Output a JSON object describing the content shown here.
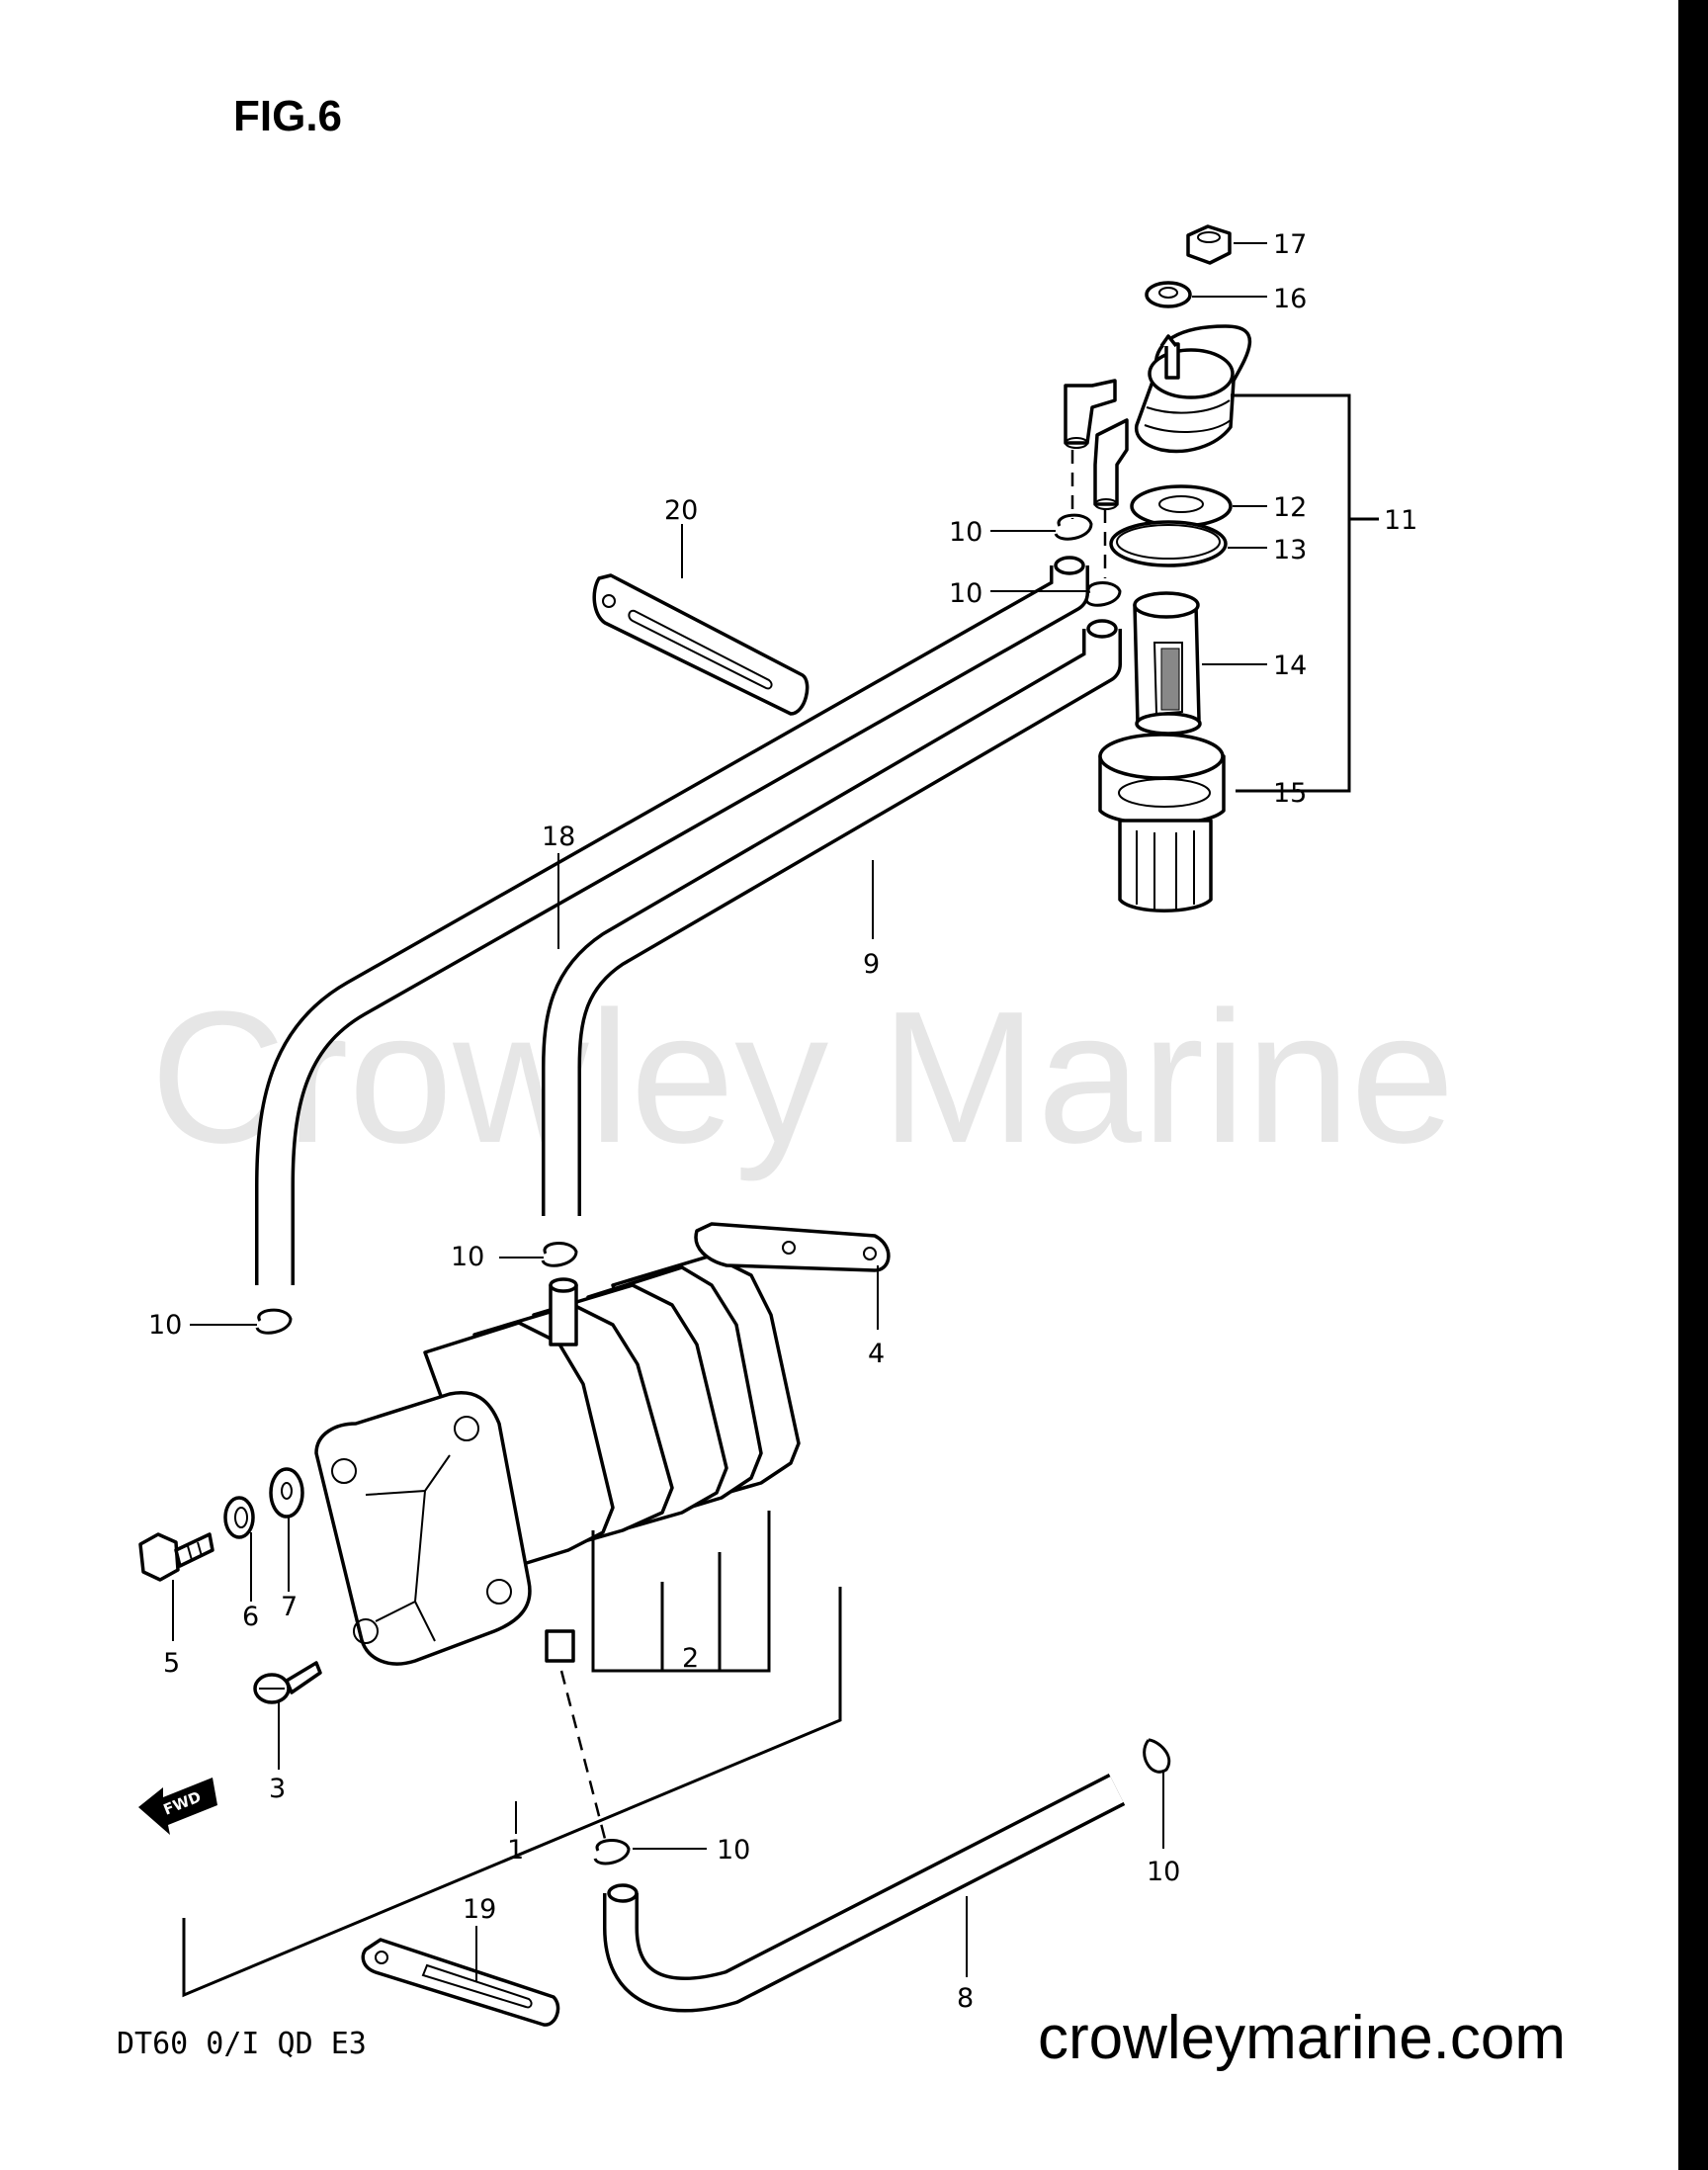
{
  "figure": {
    "title": "FIG.6"
  },
  "watermark": "Crowley Marine",
  "footer": {
    "model_code": "DT60 0/I QD E3",
    "website": "crowleymarine.com"
  },
  "fwd_badge": "FWD",
  "callouts": {
    "c1": "1",
    "c2": "2",
    "c3": "3",
    "c4": "4",
    "c5": "5",
    "c6": "6",
    "c7": "7",
    "c8": "8",
    "c9": "9",
    "c11": "11",
    "c12": "12",
    "c13": "13",
    "c14": "14",
    "c15": "15",
    "c16": "16",
    "c17": "17",
    "c18": "18",
    "c19": "19",
    "c20": "20",
    "c10": "10"
  }
}
